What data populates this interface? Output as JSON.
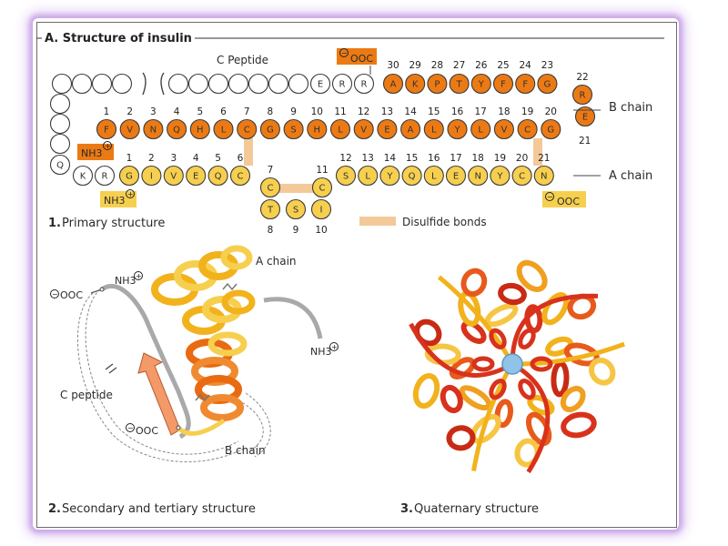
{
  "section_title": "A. Structure of insulin",
  "primary": {
    "c_peptide_label": "C Peptide",
    "b_chain_label": "B chain",
    "a_chain_label": "A chain",
    "disulfide_legend": "Disulfide bonds",
    "caption_num": "1.",
    "caption": "Primary structure",
    "b_top_residues": [
      "A",
      "K",
      "P",
      "T",
      "Y",
      "F",
      "F",
      "G"
    ],
    "b_top_numbers": [
      "30",
      "29",
      "28",
      "27",
      "26",
      "25",
      "24",
      "23"
    ],
    "b_turn_residues": [
      "R",
      "E"
    ],
    "b_turn_numbers": [
      "22",
      "21"
    ],
    "b_bottom_residues": [
      "F",
      "V",
      "N",
      "Q",
      "H",
      "L",
      "C",
      "G",
      "S",
      "H",
      "L",
      "V",
      "E",
      "A",
      "L",
      "Y",
      "L",
      "V",
      "C",
      "G"
    ],
    "b_bottom_numbers": [
      "1",
      "2",
      "3",
      "4",
      "5",
      "6",
      "7",
      "8",
      "9",
      "10",
      "11",
      "12",
      "13",
      "14",
      "15",
      "16",
      "17",
      "18",
      "19",
      "20"
    ],
    "b_n_label": "NH3",
    "b_c_label": "OOC",
    "cpep_residues": [
      "E",
      "R",
      "R"
    ],
    "q_residue": "Q",
    "a_pre_residues": [
      "K",
      "R"
    ],
    "a_left_residues": [
      "G",
      "I",
      "V",
      "E",
      "Q",
      "C",
      "C"
    ],
    "a_left_numbers": [
      "1",
      "2",
      "3",
      "4",
      "5",
      "6",
      "7"
    ],
    "a_loop_residues": [
      "T",
      "S",
      "I"
    ],
    "a_loop_numbers": [
      "8",
      "9",
      "10"
    ],
    "a_right_residues": [
      "C",
      "S",
      "L",
      "Y",
      "Q",
      "L",
      "E",
      "N",
      "Y",
      "C",
      "N"
    ],
    "a_right_numbers": [
      "11",
      "12",
      "13",
      "14",
      "15",
      "16",
      "17",
      "18",
      "19",
      "20",
      "21"
    ],
    "a_n_label": "NH3",
    "a_c_label": "OOC"
  },
  "secondary": {
    "caption_num": "2.",
    "caption": "Secondary and tertiary structure",
    "a_chain_label": "A chain",
    "b_chain_label": "B chain",
    "c_peptide_label": "C peptide",
    "nh3_top": "NH3",
    "nh3_right": "NH3",
    "ooc_left": "OOC",
    "ooc_bottom": "OOC"
  },
  "quaternary": {
    "caption_num": "3.",
    "caption": "Quaternary structure"
  },
  "colors": {
    "b_chain": "#ec7a14",
    "a_chain": "#f7cf4f",
    "disulfide": "#f4c99a",
    "cpeptide": "#ffffff",
    "frame_glow": "#c9a6e8",
    "hexamer_red": "#d8321c",
    "hexamer_yellow": "#f2b21c",
    "zinc": "#8fc3e8"
  }
}
